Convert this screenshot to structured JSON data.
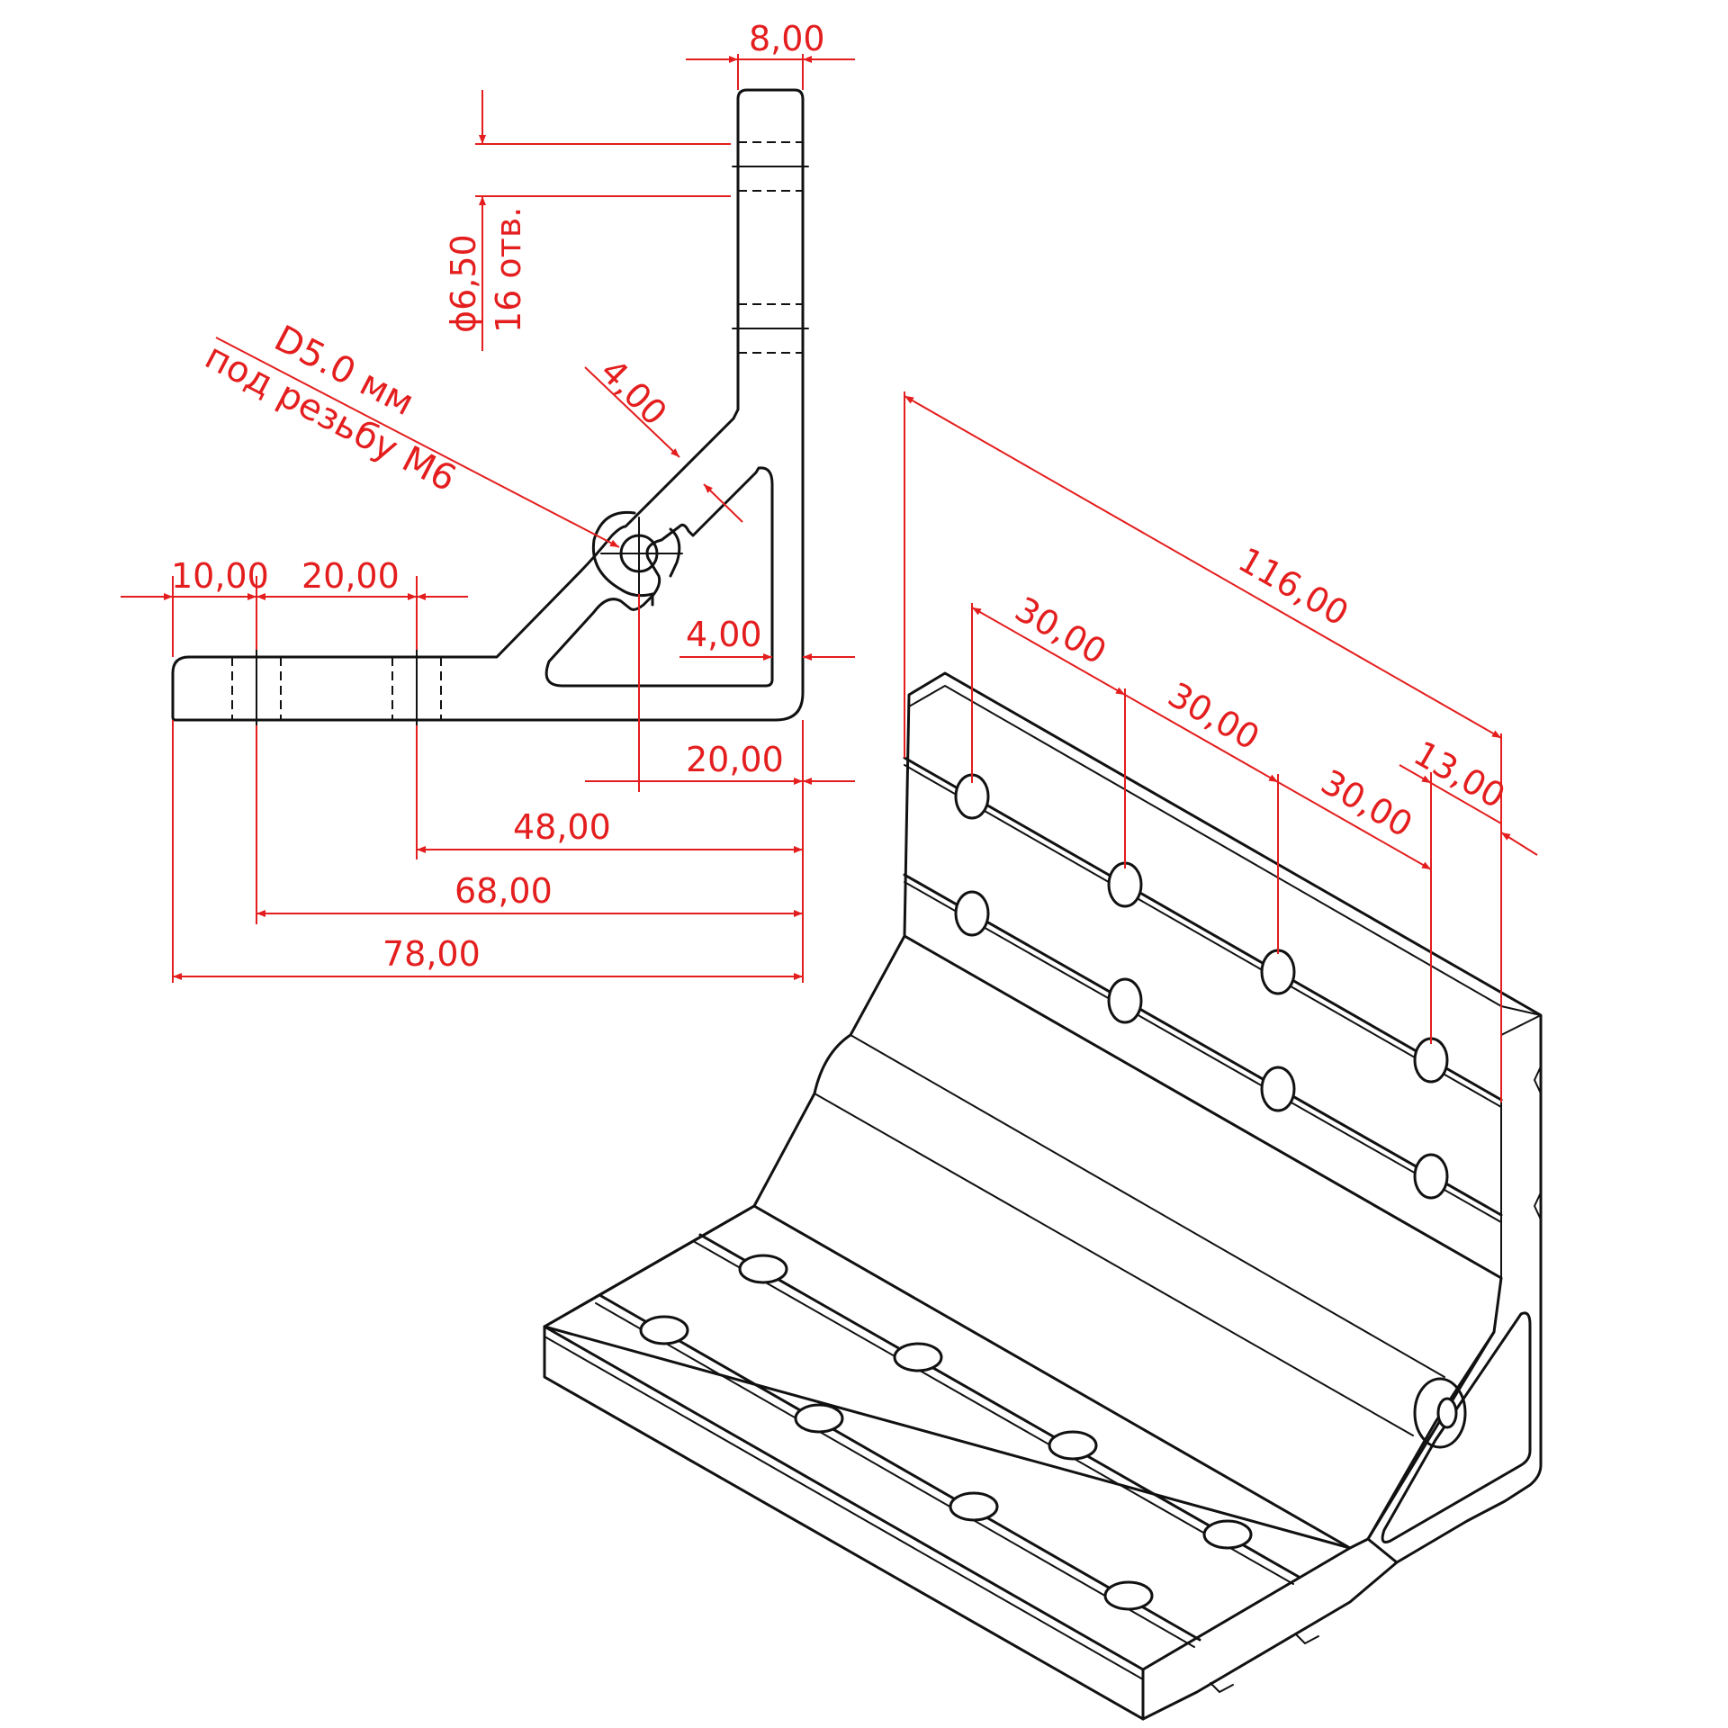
{
  "colors": {
    "dimension": "#e41e1e",
    "outline": "#111111",
    "background": "#ffffff"
  },
  "dimensions": {
    "top_width": "8,00",
    "hole_dia": "ϕ6,50",
    "hole_count": "16 отв.",
    "thread_line1": "D5.0 мм",
    "thread_line2": "под резьбу М6",
    "rib_thickness": "4,00",
    "base_hole1": "10,00",
    "base_hole2": "20,00",
    "wall_thickness": "4,00",
    "center_offset": "20,00",
    "span_48": "48,00",
    "span_68": "68,00",
    "total_width": "78,00",
    "length": "116,00",
    "pitch_1": "30,00",
    "pitch_2": "30,00",
    "pitch_3": "30,00",
    "end_offset": "13,00"
  }
}
